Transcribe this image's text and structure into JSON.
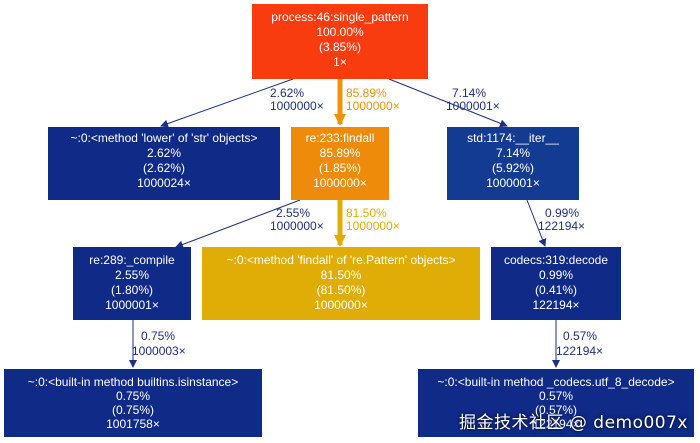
{
  "colors": {
    "root": "#f83c10",
    "hot": "#ef8b0b",
    "warm": "#e0ad06",
    "cool": "#0f2a87",
    "cool2": "#133b92",
    "edge_dark": "#1d2f86",
    "edge_hot": "#ef9207"
  },
  "nodes": {
    "process": {
      "name": "process:46:single_pattern",
      "total": "100.00%",
      "self": "(3.85%)",
      "calls": "1×"
    },
    "lower": {
      "name": "~:0:<method 'lower' of 'str' objects>",
      "total": "2.62%",
      "self": "(2.62%)",
      "calls": "1000024×"
    },
    "findall": {
      "name": "re:233:findall",
      "total": "85.89%",
      "self": "(1.85%)",
      "calls": "1000000×"
    },
    "iter": {
      "name": "std:1174:__iter__",
      "total": "7.14%",
      "self": "(5.92%)",
      "calls": "1000001×"
    },
    "compile": {
      "name": "re:289:_compile",
      "total": "2.55%",
      "self": "(1.80%)",
      "calls": "1000001×"
    },
    "pattern_findall": {
      "name": "~:0:<method 'findall' of 're.Pattern' objects>",
      "total": "81.50%",
      "self": "(81.50%)",
      "calls": "1000000×"
    },
    "decode": {
      "name": "codecs:319:decode",
      "total": "0.99%",
      "self": "(0.41%)",
      "calls": "122194×"
    },
    "isinstance": {
      "name": "~:0:<built-in method builtins.isinstance>",
      "total": "0.75%",
      "self": "(0.75%)",
      "calls": "1001758×"
    },
    "utf8": {
      "name": "~:0:<built-in method _codecs.utf_8_decode>",
      "total": "0.57%",
      "self": "(0.57%)",
      "calls": "122194×"
    }
  },
  "edges": {
    "process_lower": {
      "pct": "2.62%",
      "calls": "1000000×"
    },
    "process_findall": {
      "pct": "85.89%",
      "calls": "1000000×"
    },
    "process_iter": {
      "pct": "7.14%",
      "calls": "1000001×"
    },
    "findall_compile": {
      "pct": "2.55%",
      "calls": "1000000×"
    },
    "findall_pattern": {
      "pct": "81.50%",
      "calls": "1000000×"
    },
    "iter_decode": {
      "pct": "0.99%",
      "calls": "122194×"
    },
    "compile_isinstance": {
      "pct": "0.75%",
      "calls": "1000003×"
    },
    "decode_utf8": {
      "pct": "0.57%",
      "calls": "122194×"
    }
  },
  "watermark": "掘金技术社区 @ demo007x"
}
